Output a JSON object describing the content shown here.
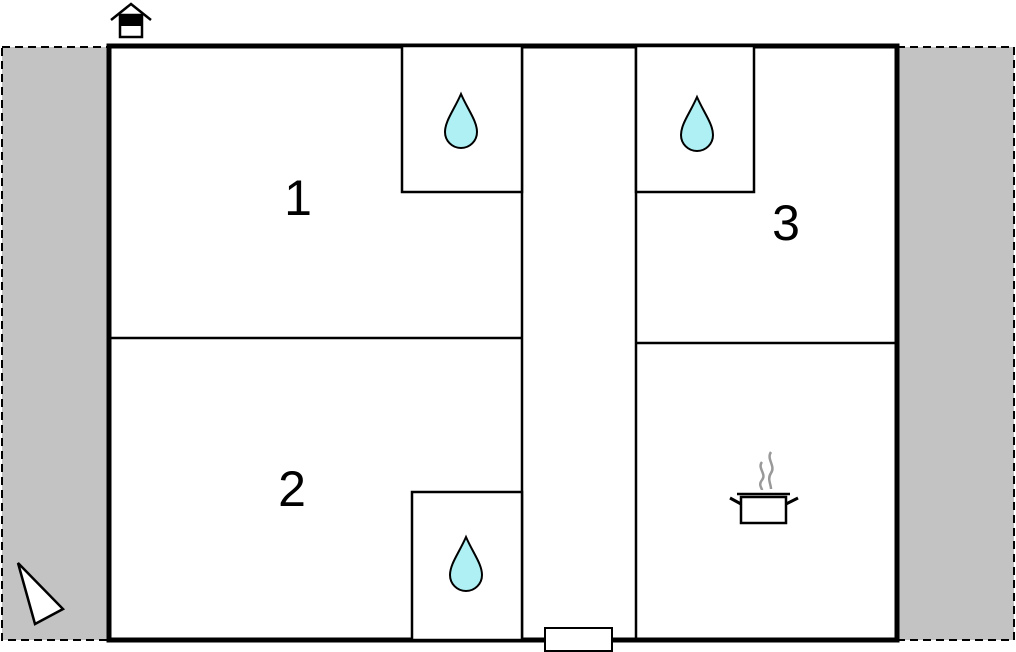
{
  "rooms": [
    {
      "label": "1"
    },
    {
      "label": "2"
    },
    {
      "label": "3"
    }
  ],
  "icons": {
    "house": "house-icon",
    "water": "water-drop-icon",
    "kitchen": "cooking-pot-icon",
    "north": "north-arrow-icon",
    "door": "door-icon"
  },
  "colors": {
    "terrace": "#c3c3c3",
    "water": "#aef0f3",
    "wall": "#000000",
    "steam": "#999999"
  }
}
